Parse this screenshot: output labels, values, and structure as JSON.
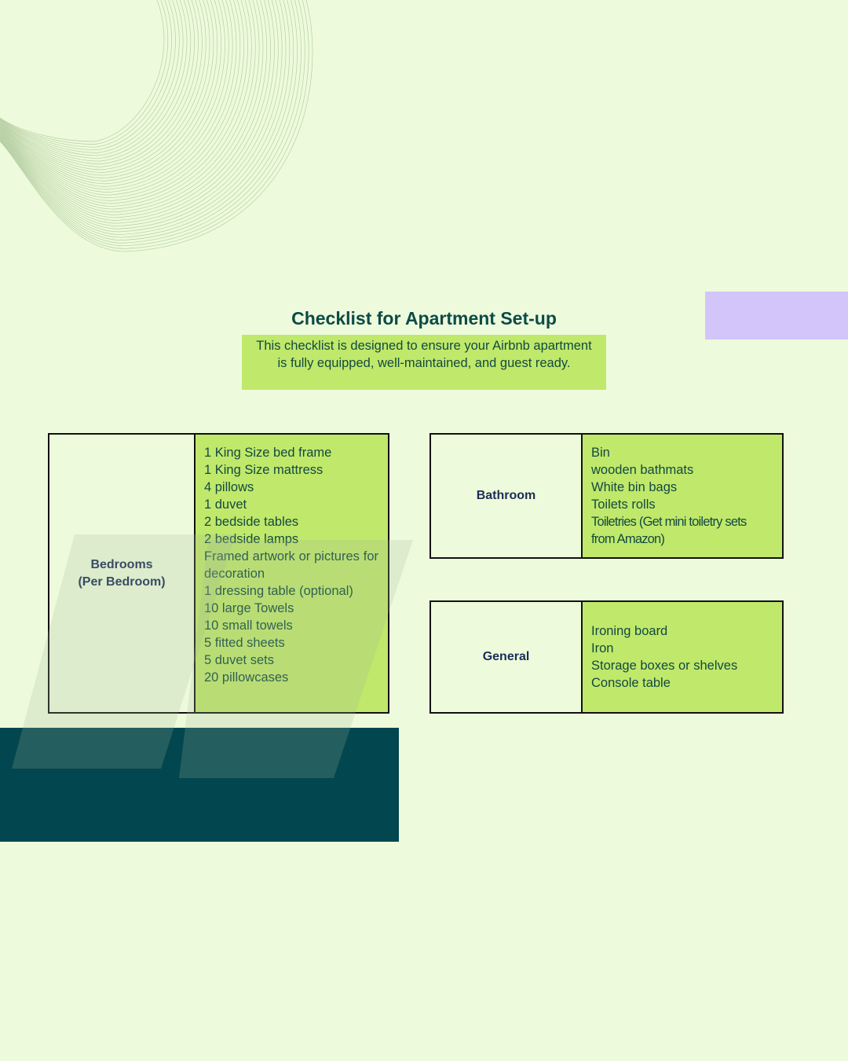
{
  "title": "Checklist for Apartment Set-up",
  "intro": {
    "line1": "This checklist is designed to ensure your Airbnb apartment",
    "line2": "is fully equipped, well-maintained, and guest ready."
  },
  "colors": {
    "background": "#edfbdc",
    "accent_green": "#c0e86b",
    "teal": "#02464f",
    "purple": "#d3c5fa",
    "title": "#0d4b46"
  },
  "sections": {
    "bedrooms": {
      "label1": "Bedrooms",
      "label2": "(Per Bedroom)",
      "items": [
        "1 King Size bed frame",
        "1 King Size mattress",
        "4 pillows",
        "1 duvet",
        "2 bedside tables",
        "2 bedside lamps",
        "Framed artwork or pictures for decoration",
        "1 dressing table (optional)",
        "10 large Towels",
        "10 small towels",
        "5 fitted sheets",
        "5 duvet sets",
        "20 pillowcases"
      ]
    },
    "bathroom": {
      "label": "Bathroom",
      "items": [
        "Bin",
        "wooden bathmats",
        "White bin bags",
        "Toilets rolls",
        "Toiletries (Get mini toiletry sets from Amazon)"
      ]
    },
    "general": {
      "label": "General",
      "items": [
        "Ironing board",
        "Iron",
        "Storage boxes or shelves",
        "Console table"
      ]
    }
  }
}
